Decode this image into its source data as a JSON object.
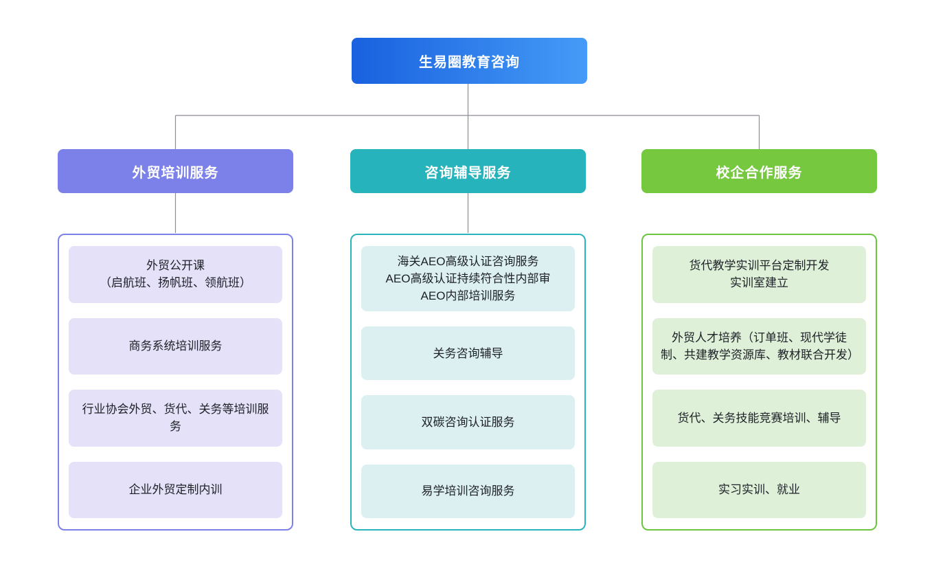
{
  "diagram": {
    "root_label": "生易圈教育咨询",
    "root_gradient": [
      "#1961df",
      "#459bf7"
    ],
    "connector_color": "#878e96",
    "branches": [
      {
        "label": "外贸培训服务",
        "accent_color": "#7c81e9",
        "item_bg_color": "#e4e1f8",
        "items": [
          "外贸公开课\n（启航班、扬帆班、领航班）",
          "商务系统培训服务",
          "行业协会外贸、货代、关务等培训服务",
          "企业外贸定制内训"
        ]
      },
      {
        "label": "咨询辅导服务",
        "accent_color": "#26b3bb",
        "item_bg_color": "#dcf0f2",
        "items": [
          "海关AEO高级认证咨询服务\nAEO高级认证持续符合性内部审\nAEO内部培训服务",
          "关务咨询辅导",
          "双碳咨询认证服务",
          "易学培训咨询服务"
        ]
      },
      {
        "label": "校企合作服务",
        "accent_color": "#76c83f",
        "item_bg_color": "#dff0d9",
        "items": [
          "货代教学实训平台定制开发\n实训室建立",
          "外贸人才培养（订单班、现代学徒制、共建教学资源库、教材联合开发）",
          "货代、关务技能竞赛培训、辅导",
          "实习实训、就业"
        ]
      }
    ]
  }
}
